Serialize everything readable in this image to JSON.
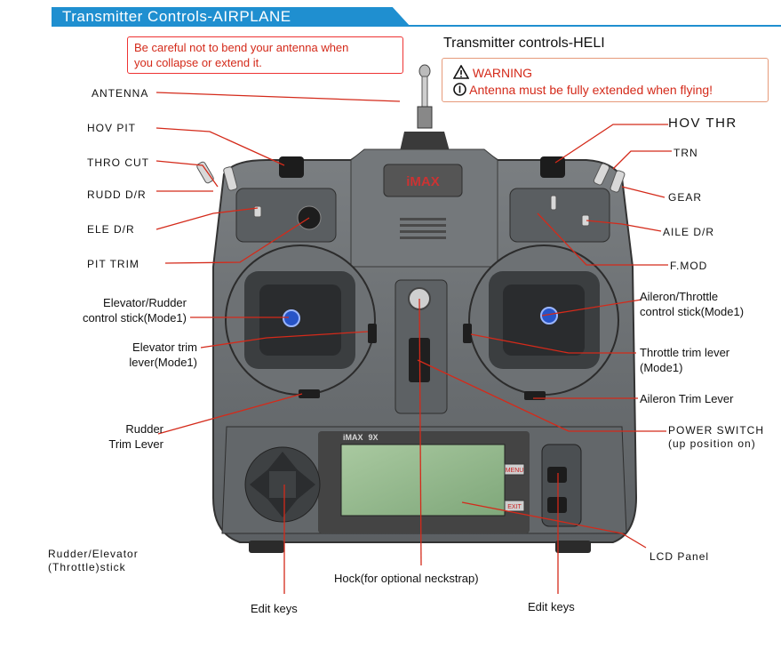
{
  "header": {
    "title": "Transmitter Controls-AIRPLANE"
  },
  "caution": {
    "line1": "Be careful not to bend your antenna when",
    "line2": "you collapse or extend it."
  },
  "heli": {
    "title": "Transmitter controls-HELI",
    "warning_title": "WARNING",
    "warning_text": "Antenna must be fully extended when flying!"
  },
  "device": {
    "brand": "iMAX",
    "model": "9X",
    "lcd_menu": "MENU",
    "lcd_exit": "EXIT"
  },
  "labels": {
    "antenna": "ANTENNA",
    "hov_pit": "HOV PIT",
    "thro_cut": "THRO CUT",
    "rudd_dr": "RUDD D/R",
    "ele_dr": "ELE  D/R",
    "pit_trim": "PIT TRIM",
    "elev_rudder_stick_1": "Elevator/Rudder",
    "elev_rudder_stick_2": "control stick(Mode1)",
    "elev_trim_1": "Elevator trim",
    "elev_trim_2": "lever(Mode1)",
    "rudder_trim_1": "Rudder",
    "rudder_trim_2": "Trim Lever",
    "rudder_elev_stick_1": "Rudder/Elevator",
    "rudder_elev_stick_2": "(Throttle)stick",
    "edit_keys_left": "Edit keys",
    "hock": "Hock(for optional neckstrap)",
    "edit_keys_right": "Edit keys",
    "lcd_panel": "LCD Panel",
    "hov_thr": "HOV THR",
    "trn": "TRN",
    "gear": "GEAR",
    "aile_dr": "AILE  D/R",
    "f_mod": "F.MOD",
    "ail_thr_stick_1": "Aileron/Throttle",
    "ail_thr_stick_2": "control stick(Mode1)",
    "thr_trim_1": "Throttle trim lever",
    "thr_trim_2": "(Mode1)",
    "aileron_trim": "Aileron Trim Lever",
    "power_switch_1": "POWER SWITCH",
    "power_switch_2": "(up position on)"
  },
  "colors": {
    "header": "#1f8fd0",
    "warning": "#d42a1a",
    "leader": "#d42a1a",
    "body": "#6b6f72"
  }
}
